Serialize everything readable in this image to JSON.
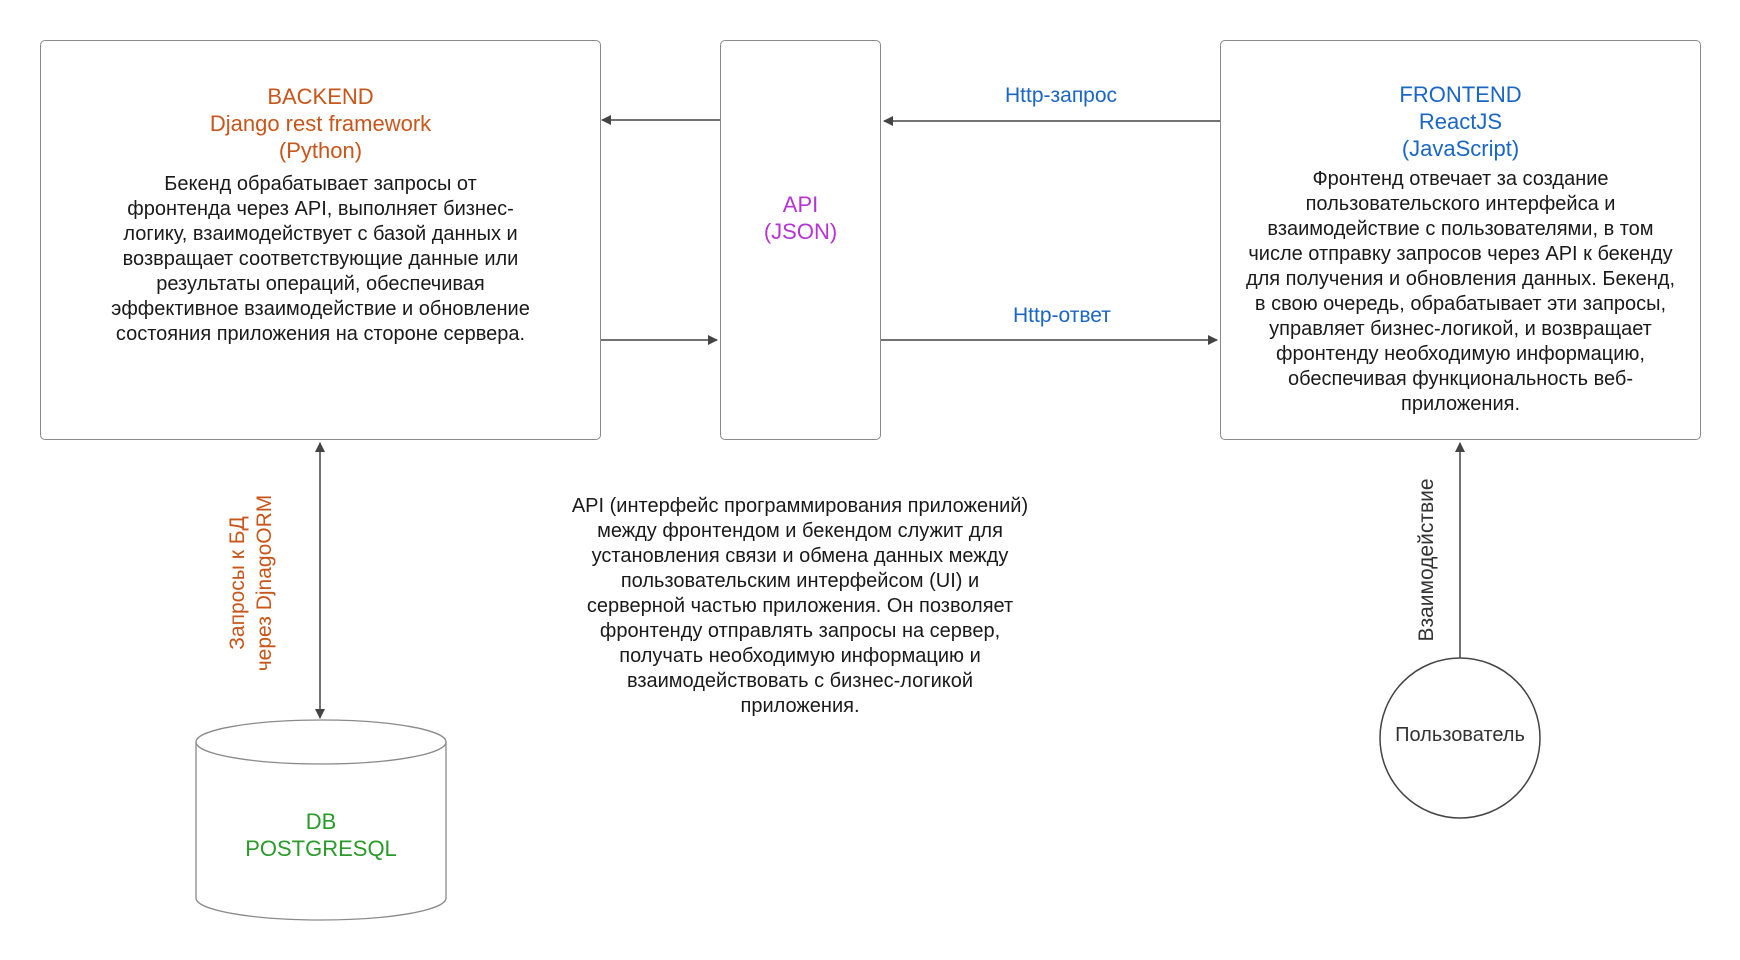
{
  "backend": {
    "title": "BACKEND",
    "framework": "Django rest framework",
    "language": "(Python)",
    "description": "Бекенд обрабатывает запросы от фронтенда через API, выполняет бизнес-логику, взаимодействует с базой данных и возвращает соответствующие данные или результаты операций, обеспечивая эффективное взаимодействие и обновление состояния приложения на стороне сервера."
  },
  "api": {
    "title": "API",
    "format": "(JSON)",
    "description": "API (интерфейс программирования приложений) между фронтендом и бекендом служит для установления связи и обмена данных между пользовательским интерфейсом (UI) и серверной частью приложения. Он позволяет фронтенду отправлять запросы на сервер, получать необходимую информацию и взаимодействовать с бизнес-логикой приложения."
  },
  "frontend": {
    "title": "FRONTEND",
    "framework": "ReactJS",
    "language": "(JavaScript)",
    "description": "Фронтенд отвечает за создание пользовательского интерфейса и взаимодействие с пользователями, в том числе отправку запросов через API к бекенду для получения и обновления данных. Бекенд, в свою очередь, обрабатывает эти запросы, управляет бизнес-логикой, и возвращает фронтенду необходимую информацию, обеспечивая функциональность веб-приложения."
  },
  "db": {
    "title": "DB",
    "engine": "POSTGRESQL"
  },
  "user": {
    "label": "Пользователь"
  },
  "edges": {
    "http_request": "Http-запрос",
    "http_response": "Http-ответ",
    "db_queries_line1": "Запросы к БД",
    "db_queries_line2": "через DjnagoORM",
    "interaction": "Взаимодействие"
  },
  "colors": {
    "backend": "#c8561a",
    "frontend": "#1a66c4",
    "api": "#b634d4",
    "db": "#2a9a2a",
    "lines": "#444444",
    "borders": "#8a8a8a"
  }
}
